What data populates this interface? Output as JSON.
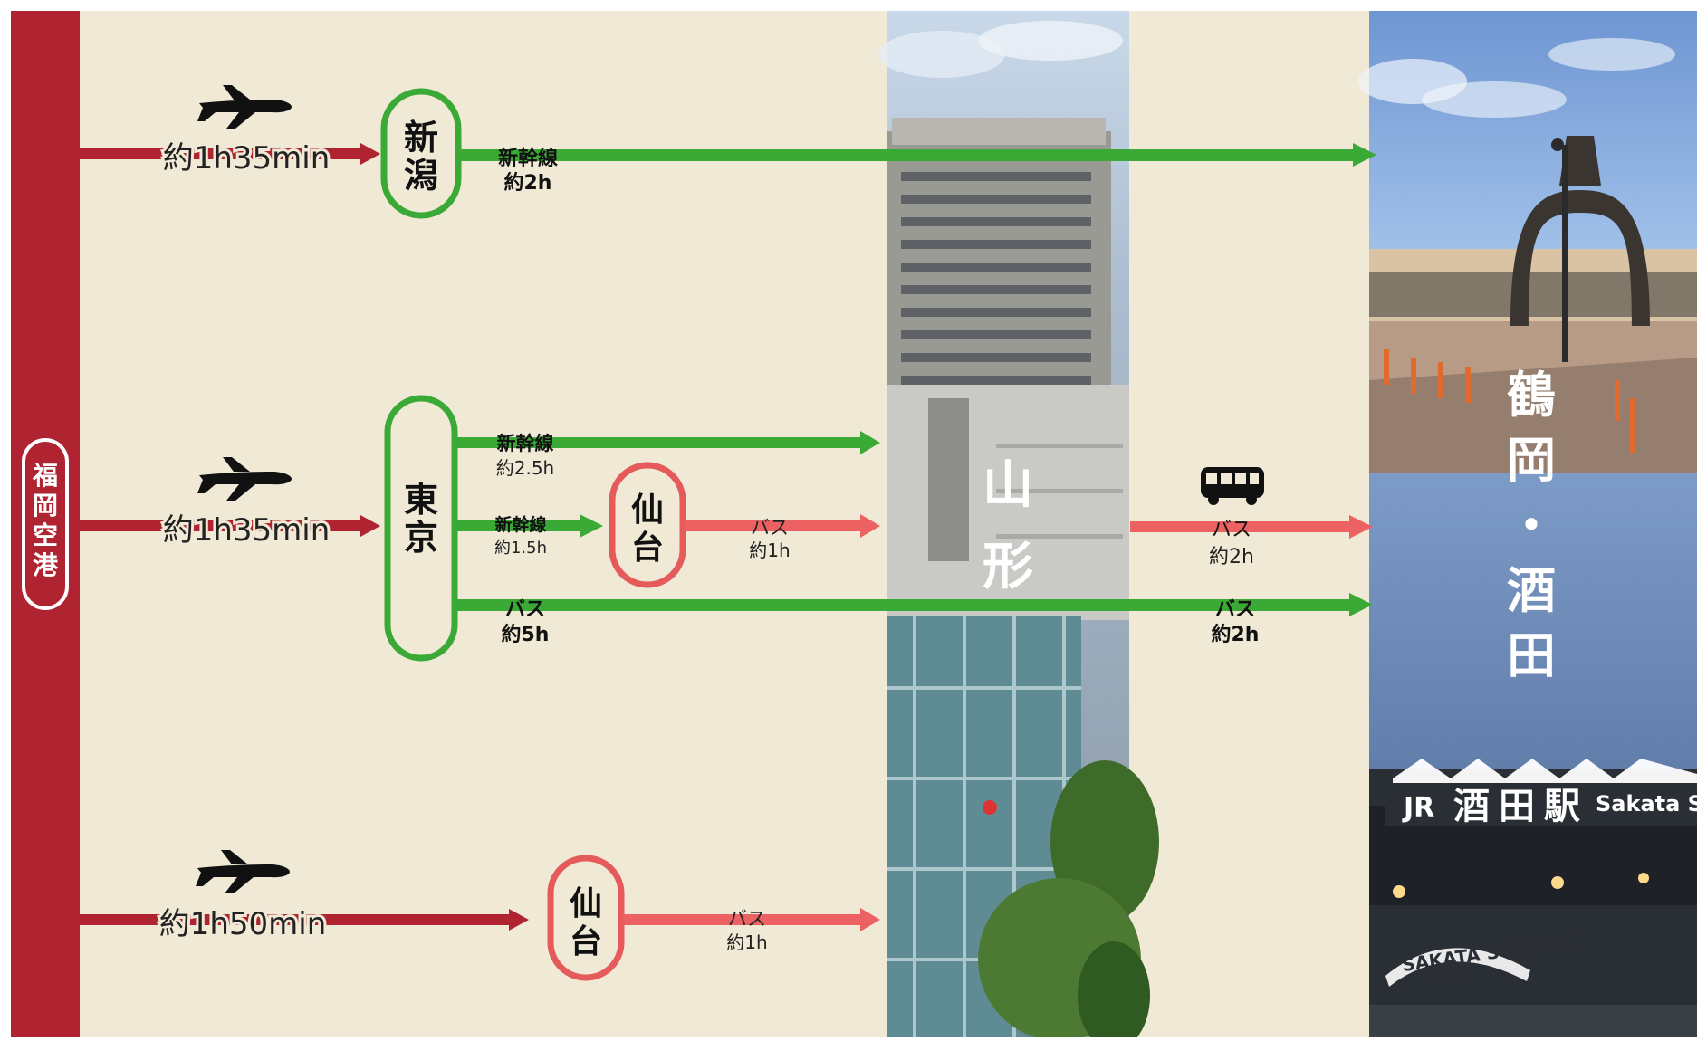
{
  "origin": {
    "label": "福岡空港"
  },
  "destinations": {
    "yamagata": {
      "label": "山形"
    },
    "tsuruoka_sakata": {
      "label": "鶴岡・酒田"
    }
  },
  "routes": {
    "niigata": {
      "flight_time": "約1h35min",
      "hub": "新潟",
      "segment": {
        "mode": "新幹線",
        "time": "約2h"
      }
    },
    "tokyo": {
      "flight_time": "約1h35min",
      "hub": "東京",
      "shinkansen_yamagata": {
        "mode": "新幹線",
        "time": "約2.5h"
      },
      "shinkansen_sendai": {
        "mode": "新幹線",
        "time": "約1.5h"
      },
      "sendai_hub": "仙台",
      "sendai_bus": {
        "mode": "バス",
        "time": "約1h"
      },
      "bus_direct": {
        "mode": "バス",
        "time": "約5h"
      }
    },
    "sendai": {
      "flight_time": "約1h50min",
      "hub": "仙台",
      "bus": {
        "mode": "バス",
        "time": "約1h"
      }
    }
  },
  "yamagata_onward": {
    "bus": {
      "mode": "バス",
      "time": "約2h"
    },
    "bus_via": {
      "mode": "バス",
      "time": "約2h"
    }
  },
  "photo_signage": {
    "jr_mark": "JR",
    "station_name_jp": "酒田駅",
    "station_name_en": "Sakata Sta",
    "roof_sign": "SAKATA STATION",
    "roof_sign_jp": "酒田駅"
  },
  "icons": {
    "flight": "airplane-icon",
    "bus": "bus-icon"
  },
  "colors": {
    "background": "#f0e9d6",
    "origin_bar": "#b02330",
    "flight_arrow": "#b02330",
    "shinkansen": "#3aa935",
    "bus_red": "#ec6161",
    "hub_green": "#3aa935",
    "hub_red": "#e55a5a"
  }
}
